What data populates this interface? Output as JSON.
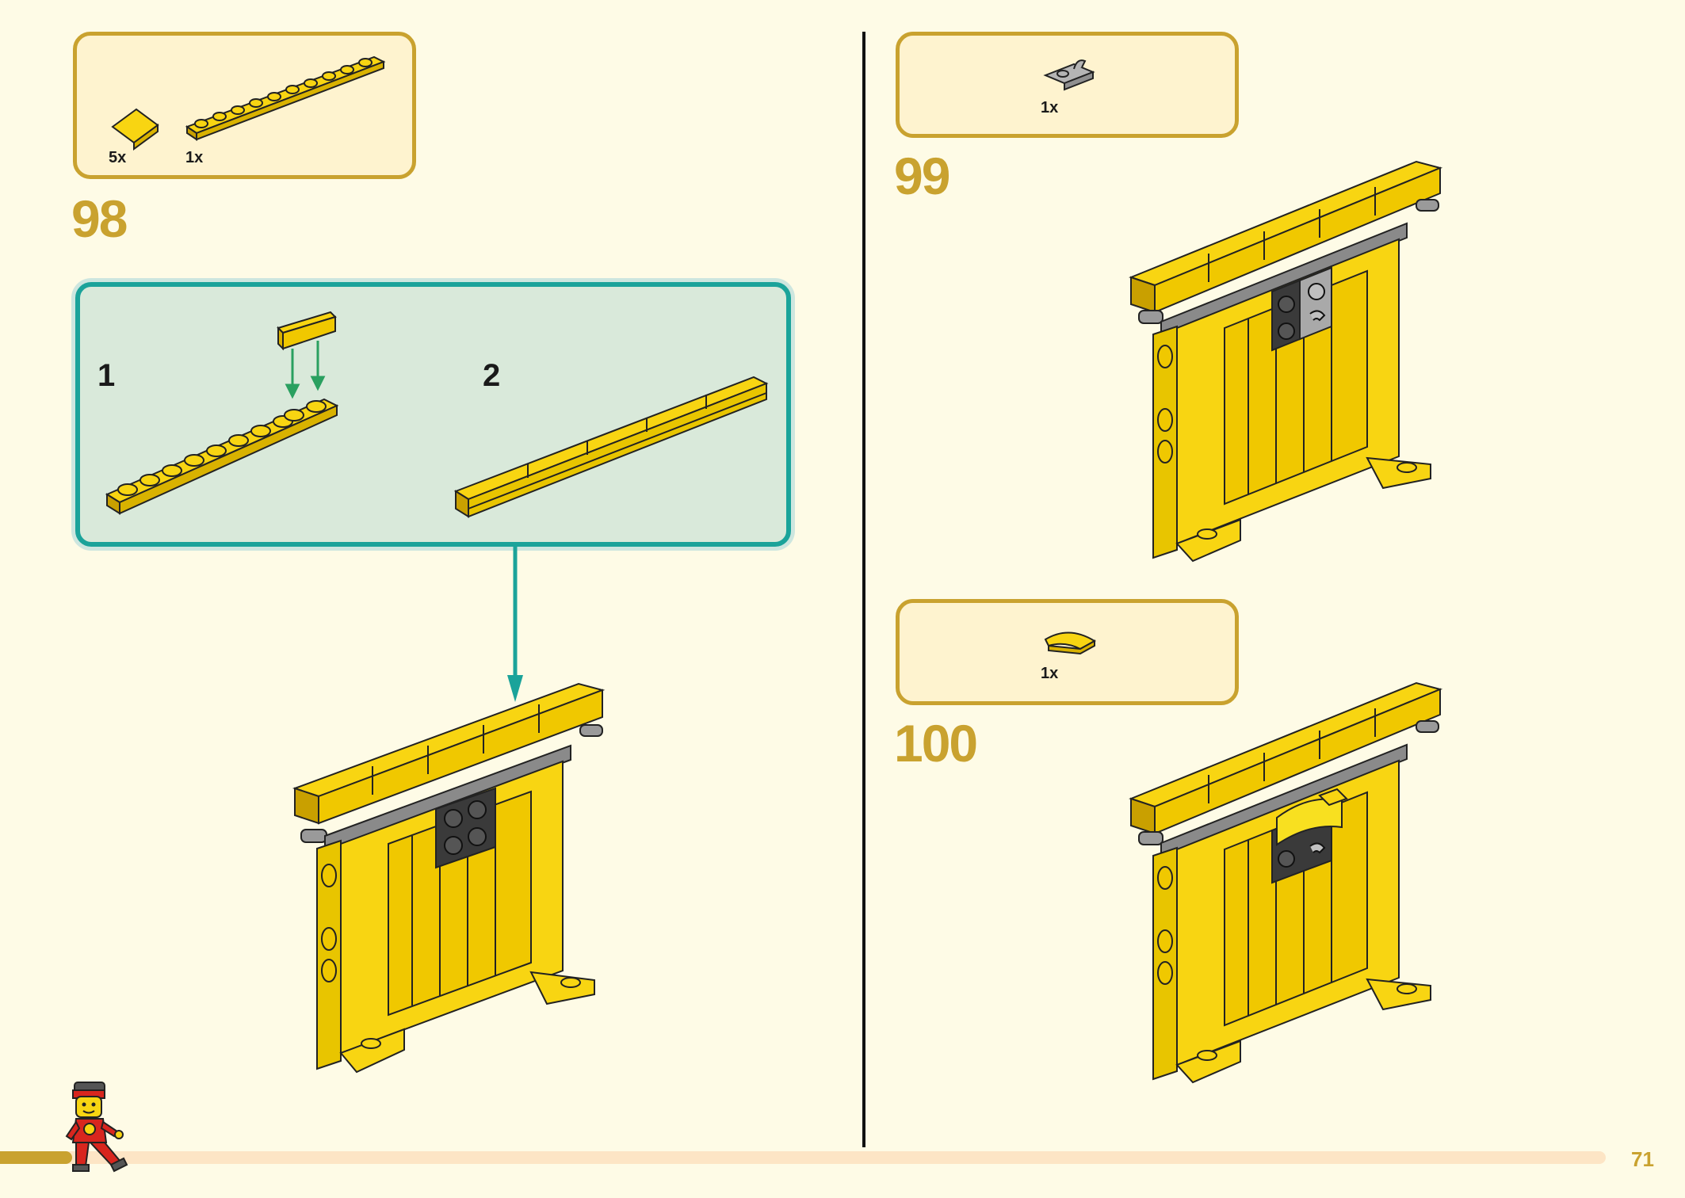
{
  "page_number": "71",
  "progress": 0.045,
  "colors": {
    "accent": "#c9a22f",
    "background": "#fefbe6",
    "parts_box_fill": "#fef3cf",
    "sub_box_fill": "#d9e9da",
    "sub_box_border": "#1ba39a",
    "brick_yellow": "#f8d512",
    "brick_grey": "#8a8a8a",
    "brick_dark": "#444444"
  },
  "steps": [
    {
      "number": "98",
      "parts": [
        {
          "qty": "5x",
          "icon": "yellow-slope-tile-icon"
        },
        {
          "qty": "1x",
          "icon": "yellow-plate-1x10-icon"
        }
      ],
      "sub_steps": [
        {
          "label": "1"
        },
        {
          "label": "2"
        }
      ]
    },
    {
      "number": "99",
      "parts": [
        {
          "qty": "1x",
          "icon": "grey-clip-plate-icon"
        }
      ]
    },
    {
      "number": "100",
      "parts": [
        {
          "qty": "1x",
          "icon": "yellow-curved-slope-icon"
        }
      ]
    }
  ]
}
